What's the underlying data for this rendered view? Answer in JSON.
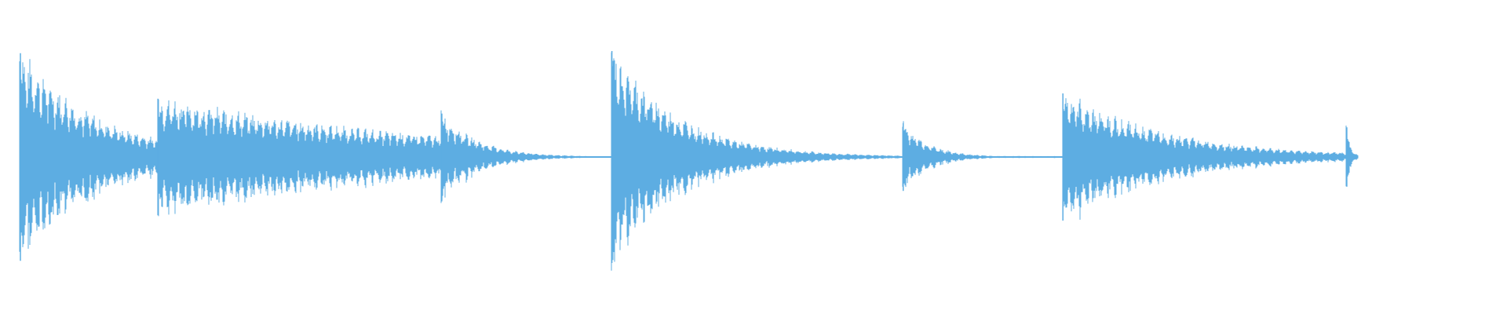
{
  "waveform": {
    "color": "#5DADE2",
    "background": "#FFFFFF",
    "duration_fraction_shown": 0.905,
    "hits": [
      {
        "time": 0.0,
        "peak": 0.98,
        "decay": 0.052,
        "tail": 0.18
      },
      {
        "time": 0.093,
        "peak": 0.55,
        "decay": 0.18,
        "tail": 0.2
      },
      {
        "time": 0.285,
        "peak": 0.41,
        "decay": 0.025,
        "tail": 0.06
      },
      {
        "time": 0.4,
        "peak": 1.0,
        "decay": 0.045,
        "tail": 0.18
      },
      {
        "time": 0.597,
        "peak": 0.32,
        "decay": 0.018,
        "tail": 0.06
      },
      {
        "time": 0.705,
        "peak": 0.6,
        "decay": 0.07,
        "tail": 0.18
      },
      {
        "time": 0.897,
        "peak": 0.28,
        "decay": 0.003,
        "tail": 0.06
      }
    ]
  }
}
